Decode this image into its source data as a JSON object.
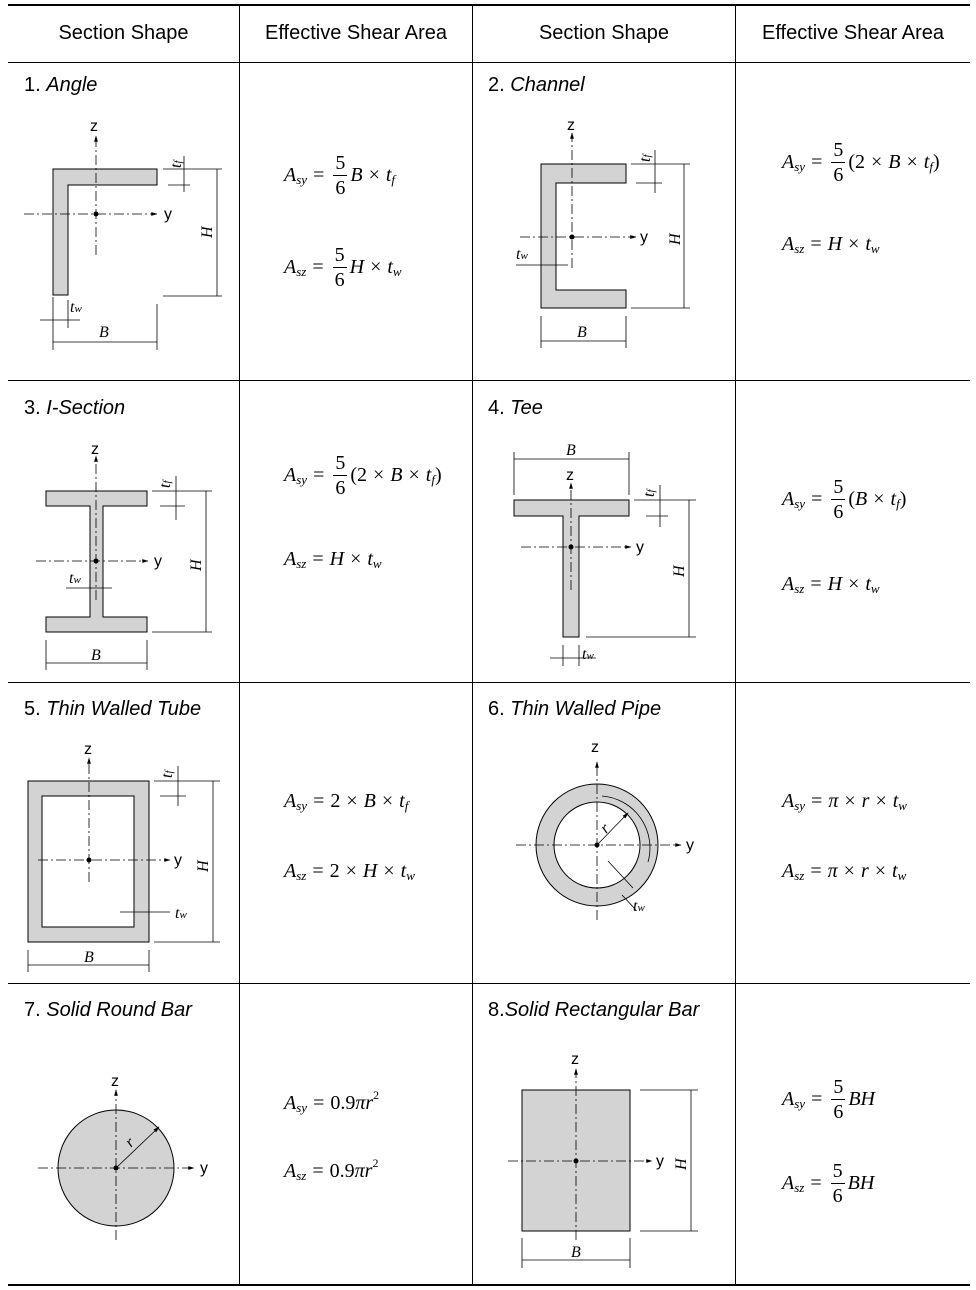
{
  "header": {
    "col1": "Section Shape",
    "col2": "Effective Shear Area",
    "col3": "Section Shape",
    "col4": "Effective Shear Area"
  },
  "labels": {
    "z": "z",
    "y": "y",
    "B": "B",
    "H": "H",
    "t": "t",
    "f": "f",
    "w": "w",
    "r": "r"
  },
  "sections": [
    {
      "num": "1.",
      "name": "Angle",
      "formulas": [
        {
          "lhs": "A",
          "sub": "sy",
          "parts": [
            {
              "frac": [
                "5",
                "6"
              ]
            },
            {
              "v": "B"
            },
            {
              "op": "×"
            },
            {
              "v": "t"
            },
            {
              "s": "f"
            }
          ]
        },
        {
          "lhs": "A",
          "sub": "sz",
          "parts": [
            {
              "frac": [
                "5",
                "6"
              ]
            },
            {
              "v": "H"
            },
            {
              "op": "×"
            },
            {
              "v": "t"
            },
            {
              "s": "w"
            }
          ]
        }
      ]
    },
    {
      "num": "2.",
      "name": "Channel",
      "formulas": [
        {
          "lhs": "A",
          "sub": "sy",
          "parts": [
            {
              "frac": [
                "5",
                "6"
              ]
            },
            {
              "t": "(2"
            },
            {
              "op": "×"
            },
            {
              "v": "B"
            },
            {
              "op": "×"
            },
            {
              "v": "t"
            },
            {
              "s": "f"
            },
            {
              "t": ")"
            }
          ]
        },
        {
          "lhs": "A",
          "sub": "sz",
          "parts": [
            {
              "v": "H"
            },
            {
              "op": "×"
            },
            {
              "v": "t"
            },
            {
              "s": "w"
            }
          ]
        }
      ]
    },
    {
      "num": "3.",
      "name": "I-Section",
      "formulas": [
        {
          "lhs": "A",
          "sub": "sy",
          "parts": [
            {
              "frac": [
                "5",
                "6"
              ]
            },
            {
              "t": "(2"
            },
            {
              "op": "×"
            },
            {
              "v": "B"
            },
            {
              "op": "×"
            },
            {
              "v": "t"
            },
            {
              "s": "f"
            },
            {
              "t": ")"
            }
          ]
        },
        {
          "lhs": "A",
          "sub": "sz",
          "parts": [
            {
              "v": "H"
            },
            {
              "op": "×"
            },
            {
              "v": "t"
            },
            {
              "s": "w"
            }
          ]
        }
      ]
    },
    {
      "num": "4.",
      "name": "Tee",
      "formulas": [
        {
          "lhs": "A",
          "sub": "sy",
          "parts": [
            {
              "frac": [
                "5",
                "6"
              ]
            },
            {
              "t": "("
            },
            {
              "v": "B"
            },
            {
              "op": "×"
            },
            {
              "v": "t"
            },
            {
              "s": "f"
            },
            {
              "t": ")"
            }
          ]
        },
        {
          "lhs": "A",
          "sub": "sz",
          "parts": [
            {
              "v": "H"
            },
            {
              "op": "×"
            },
            {
              "v": "t"
            },
            {
              "s": "w"
            }
          ]
        }
      ]
    },
    {
      "num": "5.",
      "name": "Thin Walled Tube",
      "formulas": [
        {
          "lhs": "A",
          "sub": "sy",
          "parts": [
            {
              "t": "2"
            },
            {
              "op": "×"
            },
            {
              "v": "B"
            },
            {
              "op": "×"
            },
            {
              "v": "t"
            },
            {
              "s": "f"
            }
          ]
        },
        {
          "lhs": "A",
          "sub": "sz",
          "parts": [
            {
              "t": "2"
            },
            {
              "op": "×"
            },
            {
              "v": "H"
            },
            {
              "op": "×"
            },
            {
              "v": "t"
            },
            {
              "s": "w"
            }
          ]
        }
      ]
    },
    {
      "num": "6.",
      "name": "Thin Walled Pipe",
      "formulas": [
        {
          "lhs": "A",
          "sub": "sy",
          "parts": [
            {
              "v": "π"
            },
            {
              "op": "×"
            },
            {
              "v": "r"
            },
            {
              "op": "×"
            },
            {
              "v": "t"
            },
            {
              "s": "w"
            }
          ]
        },
        {
          "lhs": "A",
          "sub": "sz",
          "parts": [
            {
              "v": "π"
            },
            {
              "op": "×"
            },
            {
              "v": "r"
            },
            {
              "op": "×"
            },
            {
              "v": "t"
            },
            {
              "s": "w"
            }
          ]
        }
      ]
    },
    {
      "num": "7.",
      "name": "Solid Round Bar",
      "formulas": [
        {
          "lhs": "A",
          "sub": "sy",
          "parts": [
            {
              "t": "0.9"
            },
            {
              "v": "π"
            },
            {
              "v": "r"
            },
            {
              "sup": "2"
            }
          ]
        },
        {
          "lhs": "A",
          "sub": "sz",
          "parts": [
            {
              "t": "0.9"
            },
            {
              "v": "π"
            },
            {
              "v": "r"
            },
            {
              "sup": "2"
            }
          ]
        }
      ]
    },
    {
      "num": "8.",
      "name": "Solid Rectangular Bar",
      "formulas": [
        {
          "lhs": "A",
          "sub": "sy",
          "parts": [
            {
              "frac": [
                "5",
                "6"
              ]
            },
            {
              "v": "BH"
            }
          ]
        },
        {
          "lhs": "A",
          "sub": "sz",
          "parts": [
            {
              "frac": [
                "5",
                "6"
              ]
            },
            {
              "v": "BH"
            }
          ]
        }
      ]
    }
  ],
  "colors": {
    "fill": "#d3d3d3",
    "line": "#000000",
    "border": "#000000"
  }
}
